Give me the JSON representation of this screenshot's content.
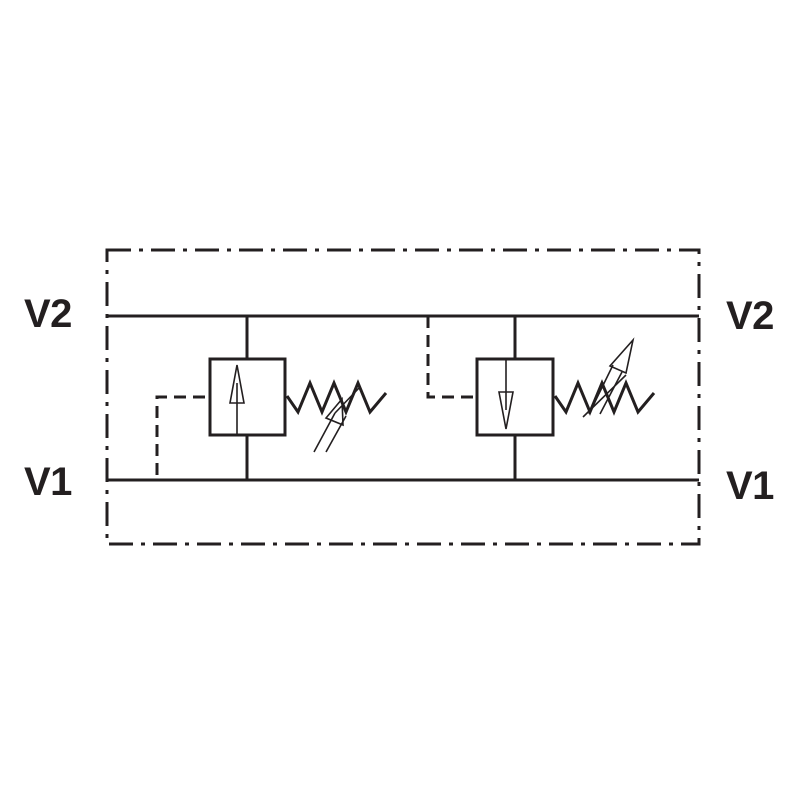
{
  "ports": {
    "v2_left": "V2",
    "v2_right": "V2",
    "v1_left": "V1",
    "v1_right": "V1"
  },
  "colors": {
    "line": "#231f20",
    "background": "#ffffff"
  }
}
